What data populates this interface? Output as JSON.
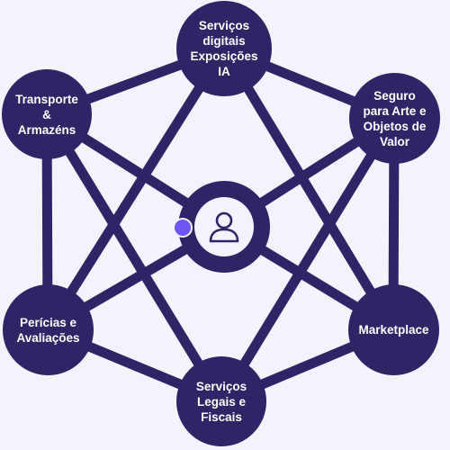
{
  "colors": {
    "background": "#f4f3fb",
    "node_fill": "#2e2566",
    "line": "#2e2566",
    "node_text": "#ffffff",
    "accent_dot": "#6e55f4"
  },
  "hub": {
    "icon": "user-icon"
  },
  "nodes": {
    "top": {
      "lines": [
        "Serviços",
        "digitais",
        "Exposições",
        "IA"
      ]
    },
    "top_left": {
      "lines": [
        "Transporte",
        "&",
        "Armazéns"
      ]
    },
    "top_right": {
      "lines": [
        "Seguro",
        "para Arte e",
        "Objetos de",
        "Valor"
      ]
    },
    "bottom_left": {
      "lines": [
        "Perícias e",
        "Avaliações"
      ]
    },
    "bottom_right": {
      "lines": [
        "Marketplace"
      ]
    },
    "bottom": {
      "lines": [
        "Serviços",
        "Legais e",
        "Fiscais"
      ]
    }
  }
}
